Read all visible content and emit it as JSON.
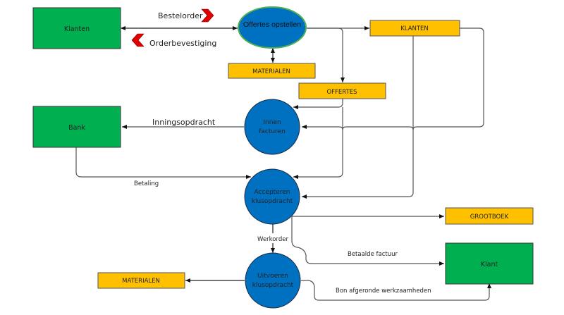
{
  "diagram": {
    "type": "data-flow-diagram",
    "colors": {
      "entity": "#00B050",
      "process": "#0070C0",
      "process_outline_highlight": "#4CAF50",
      "datastore": "#FFC000",
      "message_arrow": "#E00000"
    },
    "entities": {
      "klanten": "Klanten",
      "bank": "Bank",
      "klant": "Klant"
    },
    "processes": {
      "offertes_opstellen": "Offertes opstellen",
      "innen_facturen": [
        "Innen",
        "facturen"
      ],
      "accepteren_klusopdracht": [
        "Accepteren",
        "klusopdracht"
      ],
      "uitvoeren_klusopdracht": [
        "Uitvoeren",
        "klusopdracht"
      ]
    },
    "datastores": {
      "materialen_top": "MATERIALEN",
      "klanten": "KLANTEN",
      "offertes": "OFFERTES",
      "grootboek": "GROOTBOEK",
      "materialen_bottom": "MATERIALEN"
    },
    "flows": {
      "bestelorder": "Bestelorder",
      "orderbevestiging": "Orderbevestiging",
      "inningsopdracht": "Inningsopdracht",
      "betaling": "Betaling",
      "werkorder": "Werkorder",
      "betaalde_factuur": "Betaalde factuur",
      "bon_afgeronde": "Bon afgeronde werkzaamheden"
    }
  }
}
